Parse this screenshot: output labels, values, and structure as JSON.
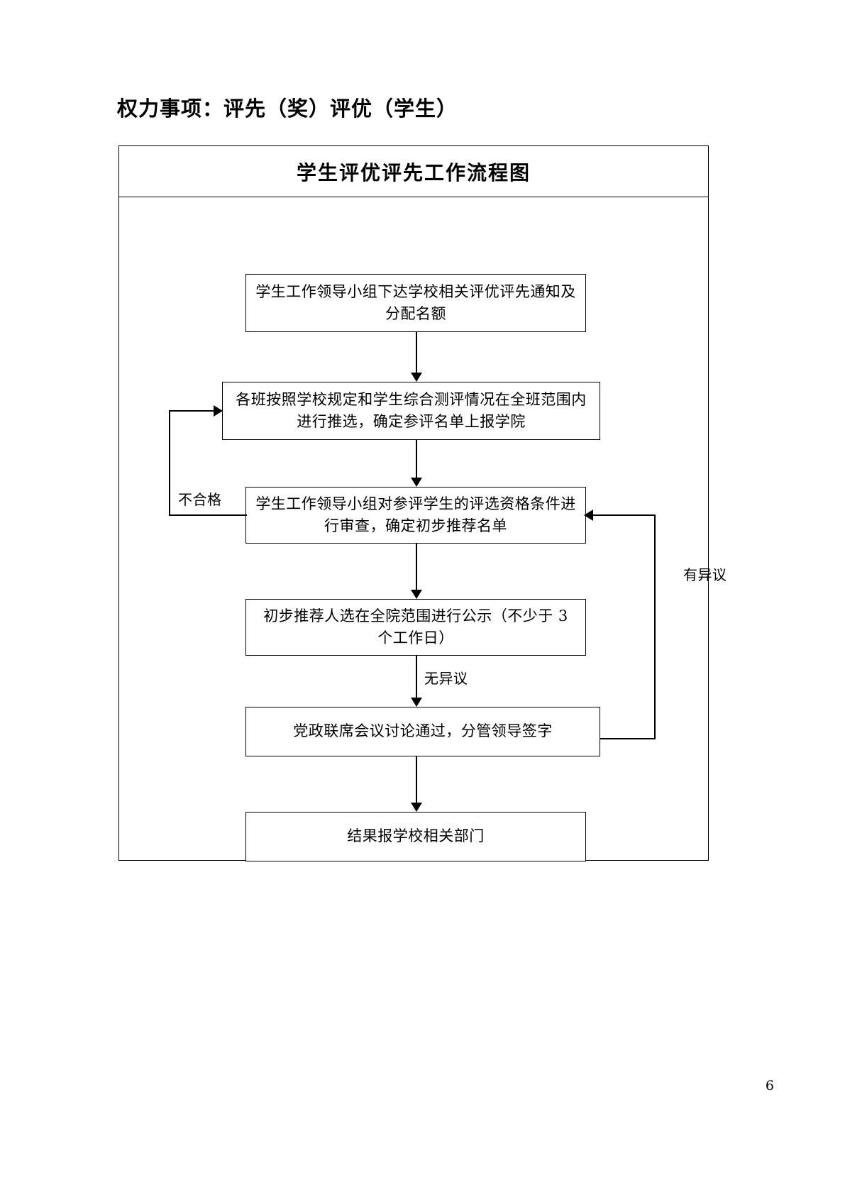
{
  "document": {
    "title": "权力事项：评先（奖）评优（学生）",
    "page_number": "6"
  },
  "chart": {
    "title": "学生评优评先工作流程图",
    "type": "flowchart",
    "nodes": [
      {
        "id": "n1",
        "text": "学生工作领导小组下达学校相关评优评先通知及分配名额"
      },
      {
        "id": "n2",
        "text": "各班按照学校规定和学生综合测评情况在全班范围内进行推选，确定参评名单上报学院"
      },
      {
        "id": "n3",
        "text": "学生工作领导小组对参评学生的评选资格条件进行审查，确定初步推荐名单"
      },
      {
        "id": "n4",
        "text": "初步推荐人选在全院范围进行公示（不少于 3 个工作日）"
      },
      {
        "id": "n5",
        "text": "党政联席会议讨论通过，分管领导签字"
      },
      {
        "id": "n6",
        "text": "结果报学校相关部门"
      }
    ],
    "edge_labels": {
      "unqualified": "不合格",
      "objection": "有异议",
      "no_objection": "无异议"
    }
  }
}
